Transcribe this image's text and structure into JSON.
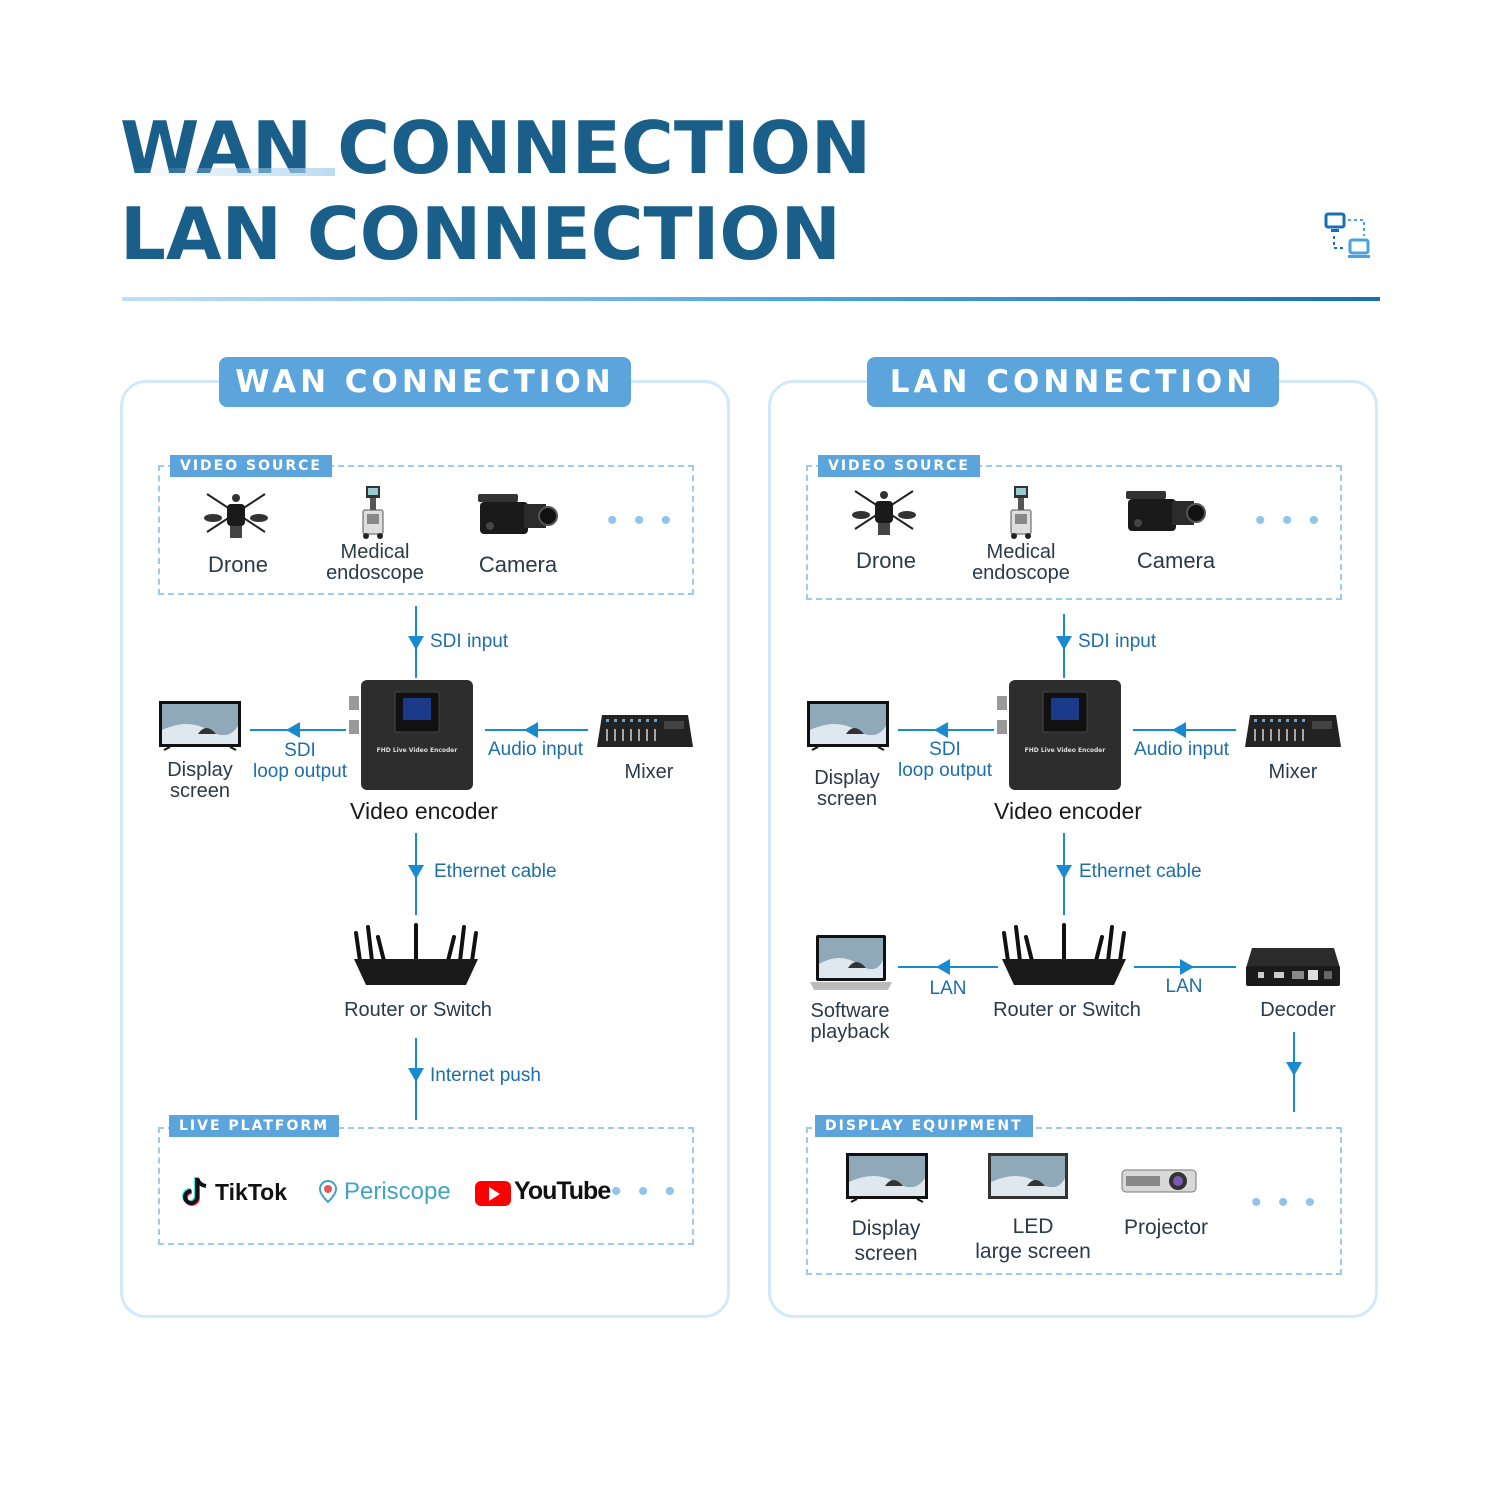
{
  "header": {
    "title_line1": "WAN CONNECTION",
    "title_line2": "LAN CONNECTION",
    "corner_icon": "network-connection-icon"
  },
  "wan": {
    "tab": "WAN CONNECTION",
    "video_source_tag": "VIDEO SOURCE",
    "sources": [
      "Drone",
      "Medical\nendoscope",
      "Camera"
    ],
    "more": "• • •",
    "sdi_input": "SDI input",
    "display_screen": "Display\nscreen",
    "sdi_loop": "SDI\nloop output",
    "audio_input": "Audio input",
    "mixer": "Mixer",
    "video_encoder": "Video encoder",
    "encoder_text": "FHD Live Video Encoder",
    "ethernet_cable": "Ethernet cable",
    "router": "Router or Switch",
    "internet_push": "Internet push",
    "live_platform_tag": "LIVE PLATFORM",
    "platforms": [
      "TikTok",
      "Periscope",
      "YouTube"
    ]
  },
  "lan": {
    "tab": "LAN CONNECTION",
    "video_source_tag": "VIDEO SOURCE",
    "sources": [
      "Drone",
      "Medical\nendoscope",
      "Camera"
    ],
    "more": "• • •",
    "sdi_input": "SDI input",
    "display_screen": "Display\nscreen",
    "sdi_loop": "SDI\nloop output",
    "audio_input": "Audio input",
    "mixer": "Mixer",
    "video_encoder": "Video encoder",
    "encoder_text": "FHD Live Video Encoder",
    "ethernet_cable": "Ethernet cable",
    "router": "Router or Switch",
    "software_playback": "Software\nplayback",
    "lan_left": "LAN",
    "lan_right": "LAN",
    "decoder": "Decoder",
    "display_equipment_tag": "DISPLAY EQUIPMENT",
    "display_items": [
      "Display\nscreen",
      "LED\nlarge screen",
      "Projector"
    ]
  },
  "colors": {
    "title": "#1a5e8a",
    "accent": "#5ba4dc",
    "line": "#1a8ad0"
  }
}
